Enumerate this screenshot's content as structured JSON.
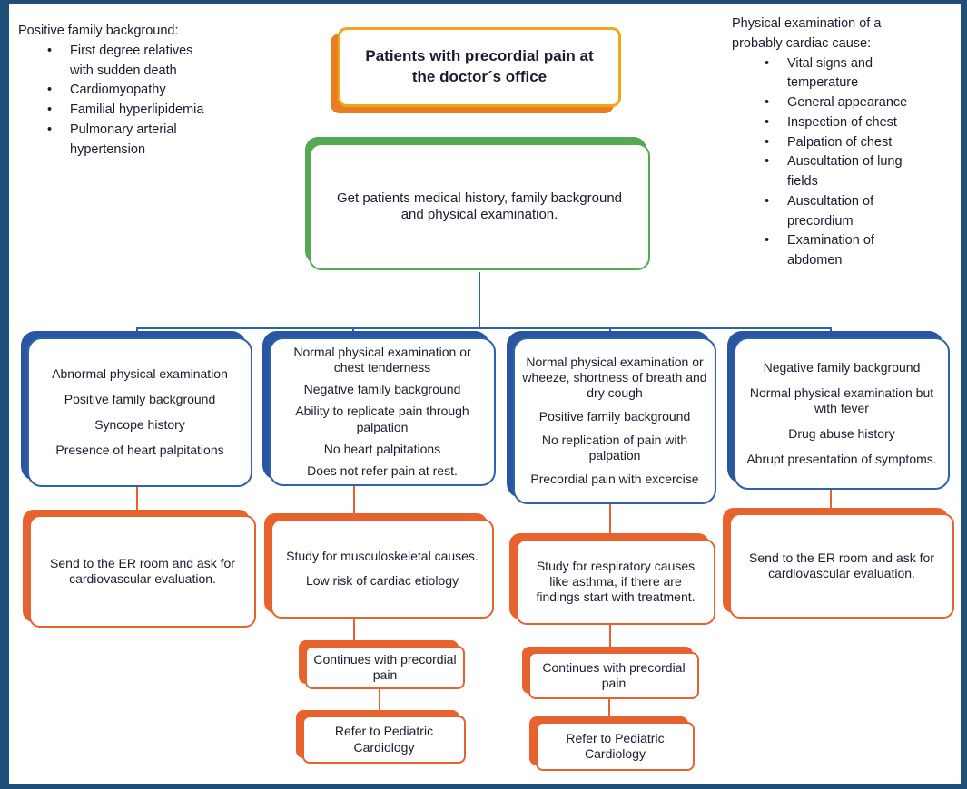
{
  "colors": {
    "frame_navy": "#1F4E79",
    "connector_blue": "#2E62AE",
    "box_blue_border": "#2E62AE",
    "box_orange": "#E8622D",
    "title_amber": "#F2A71B",
    "title_amber_shadow": "#E87D22",
    "intake_green": "#55A855",
    "text_ink": "#1B1B2F"
  },
  "notes": {
    "left": {
      "title": "Positive family background:",
      "items": [
        "First degree relatives with sudden death",
        "Cardiomyopathy",
        "Familial hyperlipidemia",
        "Pulmonary arterial hypertension"
      ]
    },
    "right": {
      "title": "Physical examination of a probably cardiac cause:",
      "items": [
        "Vital signs and temperature",
        "General appearance",
        "Inspection of chest",
        "Palpation of chest",
        "Auscultation of lung fields",
        "Auscultation of precordium",
        "Examination of abdomen"
      ]
    }
  },
  "flow": {
    "title": "Patients with precordial pain at the doctor´s office",
    "intake": "Get patients medical history, family background and physical examination.",
    "columns": [
      {
        "criteria": [
          "Abnormal physical examination",
          "Positive family background",
          "Syncope history",
          "Presence of heart palpitations"
        ],
        "action": [
          "Send to the ER room and ask for cardiovascular evaluation."
        ],
        "followups": []
      },
      {
        "criteria": [
          "Normal physical examination or chest tenderness",
          "Negative family background",
          "Ability to replicate pain through palpation",
          "No heart palpitations",
          "Does not refer pain at rest."
        ],
        "action": [
          "Study for musculoskeletal causes.",
          "Low risk of cardiac etiology"
        ],
        "followups": [
          "Continues with precordial pain",
          "Refer to Pediatric Cardiology"
        ]
      },
      {
        "criteria": [
          "Normal physical examination or wheeze, shortness of breath and dry cough",
          "Positive family background",
          "No replication of pain with palpation",
          "Precordial pain with excercise"
        ],
        "action": [
          "Study for respiratory causes like asthma, if there are findings start with treatment."
        ],
        "followups": [
          "Continues with precordial pain",
          "Refer to Pediatric Cardiology"
        ]
      },
      {
        "criteria": [
          "Negative family background",
          "Normal physical examination but with fever",
          "Drug abuse history",
          "Abrupt presentation of symptoms."
        ],
        "action": [
          "Send to the ER room and ask for cardiovascular evaluation."
        ],
        "followups": []
      }
    ]
  }
}
